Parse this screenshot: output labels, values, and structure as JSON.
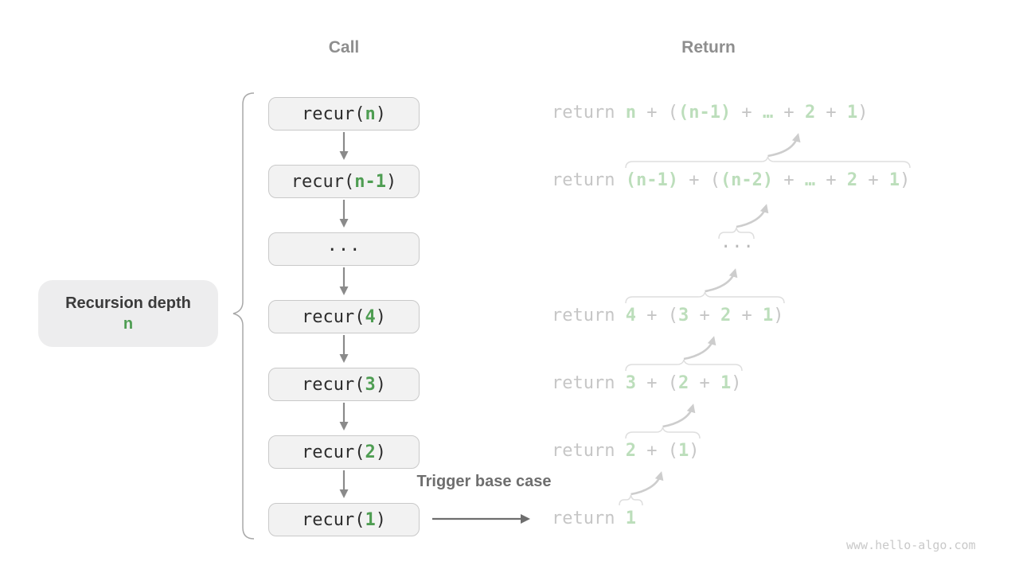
{
  "headers": {
    "call": "Call",
    "return": "Return"
  },
  "left_label": {
    "title": "Recursion depth",
    "value": "n"
  },
  "trigger_label": "Trigger base case",
  "watermark": "www.hello-algo.com",
  "call_stack": [
    {
      "name": "recur-n",
      "parts": [
        {
          "t": "recur(",
          "c": "dark"
        },
        {
          "t": "n",
          "c": "green"
        },
        {
          "t": ")",
          "c": "dark"
        }
      ]
    },
    {
      "name": "recur-n-1",
      "parts": [
        {
          "t": "recur(",
          "c": "dark"
        },
        {
          "t": "n-1",
          "c": "green"
        },
        {
          "t": ")",
          "c": "dark"
        }
      ]
    },
    {
      "name": "ellipsis",
      "parts": [
        {
          "t": "...",
          "c": "dark"
        }
      ]
    },
    {
      "name": "recur-4",
      "parts": [
        {
          "t": "recur(",
          "c": "dark"
        },
        {
          "t": "4",
          "c": "green"
        },
        {
          "t": ")",
          "c": "dark"
        }
      ]
    },
    {
      "name": "recur-3",
      "parts": [
        {
          "t": "recur(",
          "c": "dark"
        },
        {
          "t": "3",
          "c": "green"
        },
        {
          "t": ")",
          "c": "dark"
        }
      ]
    },
    {
      "name": "recur-2",
      "parts": [
        {
          "t": "recur(",
          "c": "dark"
        },
        {
          "t": "2",
          "c": "green"
        },
        {
          "t": ")",
          "c": "dark"
        }
      ]
    },
    {
      "name": "recur-1",
      "parts": [
        {
          "t": "recur(",
          "c": "dark"
        },
        {
          "t": "1",
          "c": "green"
        },
        {
          "t": ")",
          "c": "dark"
        }
      ]
    }
  ],
  "return_stack": [
    {
      "name": "return-n",
      "parts": [
        {
          "t": "return ",
          "c": "gray"
        },
        {
          "t": "n",
          "c": "green"
        },
        {
          "t": " + (",
          "c": "gray"
        },
        {
          "t": "(n-1)",
          "c": "green"
        },
        {
          "t": " + ",
          "c": "gray"
        },
        {
          "t": "…",
          "c": "green"
        },
        {
          "t": " + ",
          "c": "gray"
        },
        {
          "t": "2",
          "c": "green"
        },
        {
          "t": " + ",
          "c": "gray"
        },
        {
          "t": "1",
          "c": "green"
        },
        {
          "t": ")",
          "c": "gray"
        }
      ]
    },
    {
      "name": "return-n-1",
      "parts": [
        {
          "t": "return ",
          "c": "gray"
        },
        {
          "t": "(n-1)",
          "c": "green"
        },
        {
          "t": " + (",
          "c": "gray"
        },
        {
          "t": "(n-2)",
          "c": "green"
        },
        {
          "t": " + ",
          "c": "gray"
        },
        {
          "t": "…",
          "c": "green"
        },
        {
          "t": " + ",
          "c": "gray"
        },
        {
          "t": "2",
          "c": "green"
        },
        {
          "t": " + ",
          "c": "gray"
        },
        {
          "t": "1",
          "c": "green"
        },
        {
          "t": ")",
          "c": "gray"
        }
      ]
    },
    {
      "name": "ellipsis",
      "parts": [
        {
          "t": "...",
          "c": "gray"
        }
      ]
    },
    {
      "name": "return-4",
      "parts": [
        {
          "t": "return ",
          "c": "gray"
        },
        {
          "t": "4",
          "c": "green"
        },
        {
          "t": " + (",
          "c": "gray"
        },
        {
          "t": "3",
          "c": "green"
        },
        {
          "t": " + ",
          "c": "gray"
        },
        {
          "t": "2",
          "c": "green"
        },
        {
          "t": " + ",
          "c": "gray"
        },
        {
          "t": "1",
          "c": "green"
        },
        {
          "t": ")",
          "c": "gray"
        }
      ]
    },
    {
      "name": "return-3",
      "parts": [
        {
          "t": "return ",
          "c": "gray"
        },
        {
          "t": "3",
          "c": "green"
        },
        {
          "t": " + (",
          "c": "gray"
        },
        {
          "t": "2",
          "c": "green"
        },
        {
          "t": " + ",
          "c": "gray"
        },
        {
          "t": "1",
          "c": "green"
        },
        {
          "t": ")",
          "c": "gray"
        }
      ]
    },
    {
      "name": "return-2",
      "parts": [
        {
          "t": "return ",
          "c": "gray"
        },
        {
          "t": "2",
          "c": "green"
        },
        {
          "t": " + (",
          "c": "gray"
        },
        {
          "t": "1",
          "c": "green"
        },
        {
          "t": ")",
          "c": "gray"
        }
      ]
    },
    {
      "name": "return-1",
      "parts": [
        {
          "t": "return ",
          "c": "gray"
        },
        {
          "t": "1",
          "c": "green"
        }
      ]
    }
  ],
  "colors": {
    "green_strong": "#4e9d52",
    "green_faded": "#bcdebb",
    "gray_faded": "#c6c6c6",
    "dark_text": "#2d2d2d",
    "header_gray": "#8e8e8e",
    "trigger_gray": "#6e6e6e",
    "label_text": "#3b3b3b",
    "box_bg": "#f2f2f2",
    "box_border": "#c9c9c9",
    "label_bg": "#ededee",
    "watermark_gray": "#c9c9c9",
    "ellipsis_gray": "#b9b9b9"
  }
}
